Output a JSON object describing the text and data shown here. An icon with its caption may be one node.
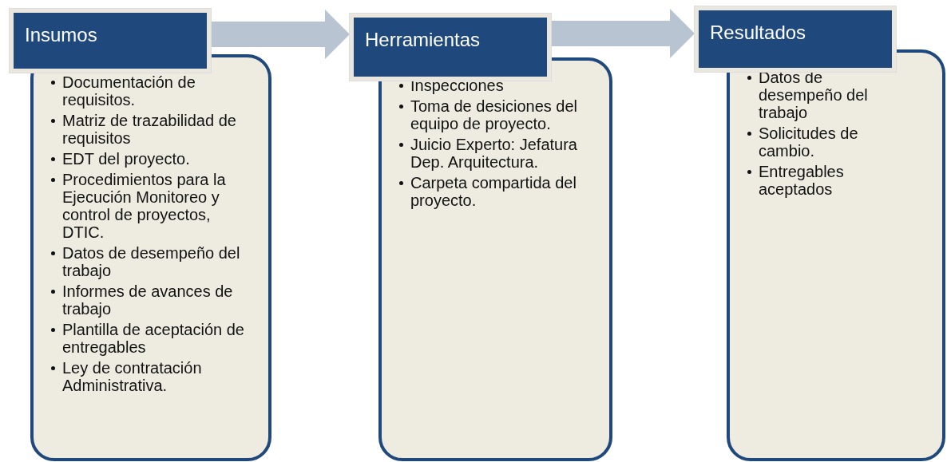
{
  "diagram": {
    "nodes": [
      {
        "text": [
          "Insumos"
        ]
      },
      {
        "text": [
          "Documentación de requisitos.",
          "Matriz de trazabilidad de requisitos",
          "EDT del proyecto.",
          "Procedimientos para la Ejecución Monitoreo y control de proyectos, DTIC.",
          "Datos de desempeño del trabajo",
          "Informes de avances de trabajo",
          "Plantilla de aceptación de entregables",
          "Ley de contratación Administrativa."
        ]
      },
      {
        "text": [
          "Herramientas"
        ]
      },
      {
        "text": [
          "Inspecciones",
          "Toma de desiciones del equipo de proyecto.",
          "Juicio Experto: Jefatura Dep. Arquitectura.",
          "Carpeta compartida del proyecto."
        ]
      },
      {
        "text": [
          "Resultados"
        ]
      },
      {
        "text": [
          "Datos de desempeño del trabajo",
          "Solicitudes de cambio.",
          "Entregables aceptados"
        ]
      }
    ],
    "edges": [
      {
        "from": 0,
        "to": 2,
        "arrow": "to"
      },
      {
        "from": 2,
        "to": 4,
        "arrow": "to"
      }
    ]
  }
}
